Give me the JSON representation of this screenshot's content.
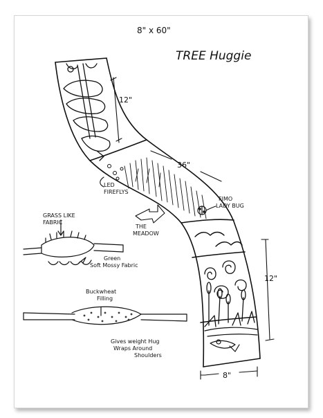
{
  "page": {
    "ink_color": "#111111",
    "paper_color": "#ffffff"
  },
  "labels": {
    "size_top": "8\" x 60\"",
    "title": "TREE Huggie",
    "dim_12_upper": "12\"",
    "dim_36": "36\"",
    "led_line1": "LED",
    "led_line2": "FIREFLYS",
    "fimo_line1": "FIMO",
    "fimo_line2": "LADY BUG",
    "the_meadow_line1": "THE",
    "the_meadow_line2": "MEADOW",
    "grasslike_line1": "GRASS LIKE",
    "grasslike_line2": "FABRIC",
    "green_line1": "Green",
    "green_line2": "Soft Mossy Fabric",
    "dim_12_lower": "12\"",
    "buckwheat_line1": "Buckwheat",
    "buckwheat_line2": "Filling",
    "gives_line1": "Gives weight Hug",
    "gives_line2": "Wraps Around",
    "gives_line3": "Shoulders",
    "dim_8": "8\""
  }
}
